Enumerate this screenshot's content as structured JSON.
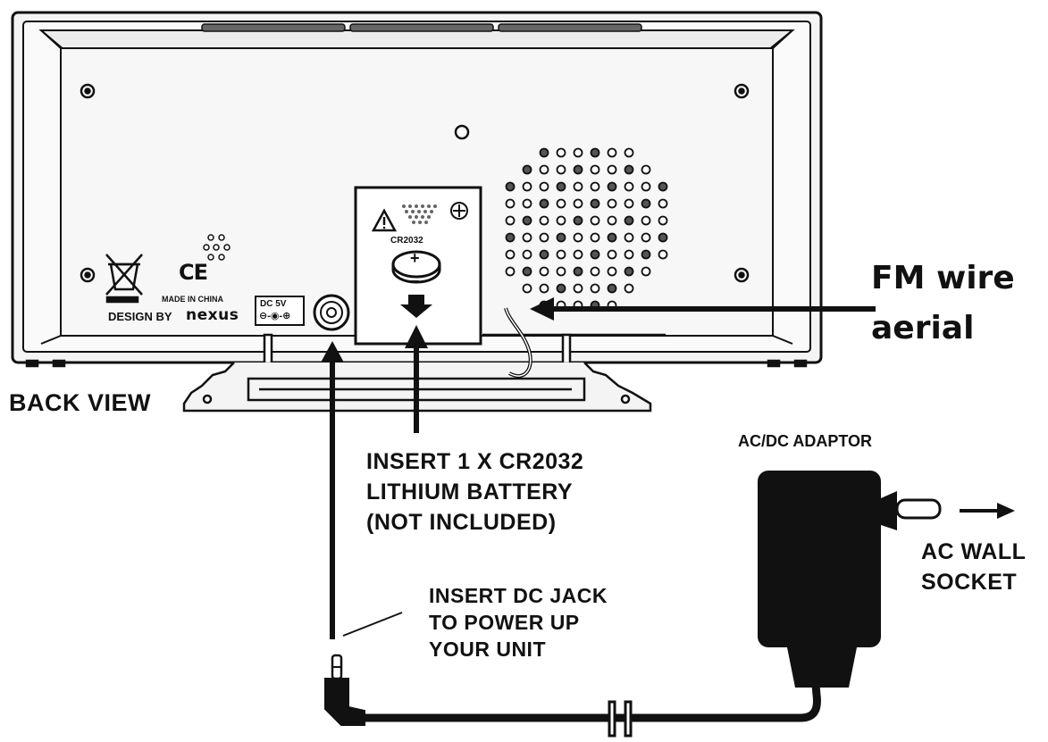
{
  "labels": {
    "back_view": "BACK VIEW",
    "fm_aerial": [
      "FM wire",
      "aerial"
    ],
    "battery": [
      "INSERT 1 X CR2032",
      "LITHIUM BATTERY",
      "(NOT INCLUDED)"
    ],
    "adaptor": "AC/DC ADAPTOR",
    "wall_socket": [
      "AC WALL",
      "SOCKET"
    ],
    "dc_jack": [
      "INSERT DC JACK",
      "TO POWER UP",
      "YOUR UNIT"
    ]
  },
  "device": {
    "battery_model": "CR2032",
    "plus_sign": "+",
    "minus_sign": "−",
    "made_in": "MADE IN CHINA",
    "design_by": "DESIGN BY",
    "brand": "nexus",
    "ce_mark": "CE",
    "dc_rating": "DC 5V"
  },
  "colors": {
    "ink": "#111111",
    "panel": "#f2f2f2",
    "background": "#ffffff"
  }
}
